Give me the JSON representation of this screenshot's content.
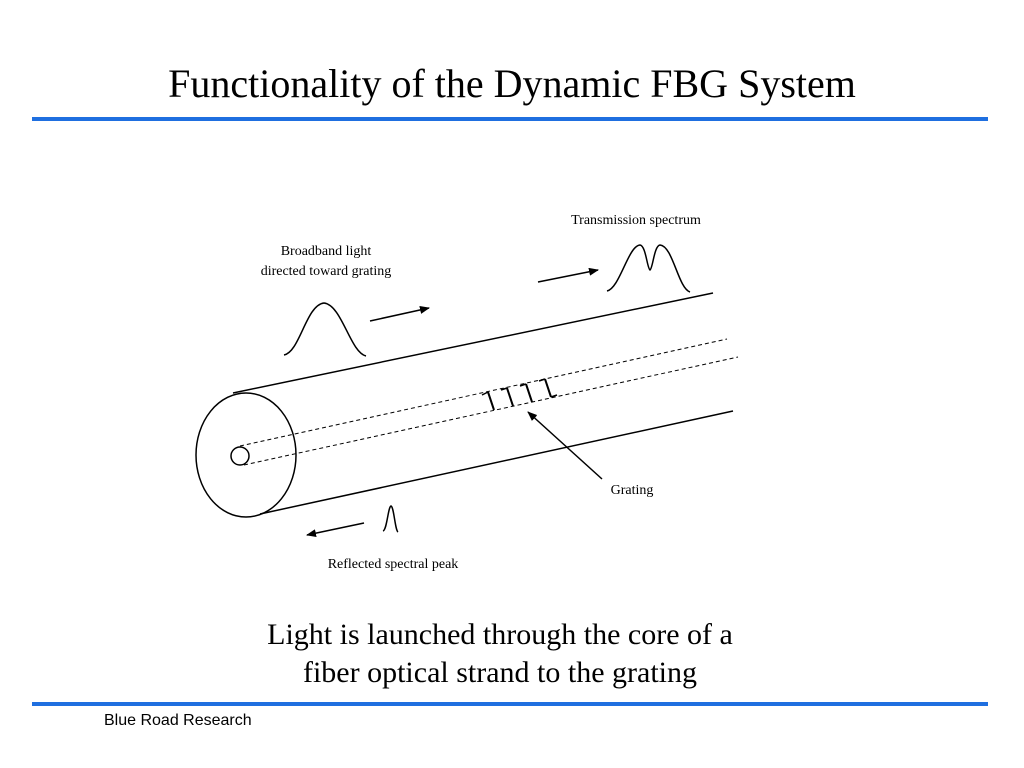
{
  "title": "Functionality of the Dynamic FBG System",
  "diagram": {
    "labels": {
      "transmission": "Transmission spectrum",
      "broadband_line1": "Broadband light",
      "broadband_line2": "directed toward grating",
      "grating": "Grating",
      "reflected": "Reflected spectral peak"
    }
  },
  "caption": {
    "line1": "Light is launched through the core of a",
    "line2": "fiber optical strand to the grating"
  },
  "footer": {
    "brand": "Blue Road Research"
  },
  "colors": {
    "rule": "#1f6fe0",
    "text": "#000000",
    "background": "#ffffff"
  }
}
